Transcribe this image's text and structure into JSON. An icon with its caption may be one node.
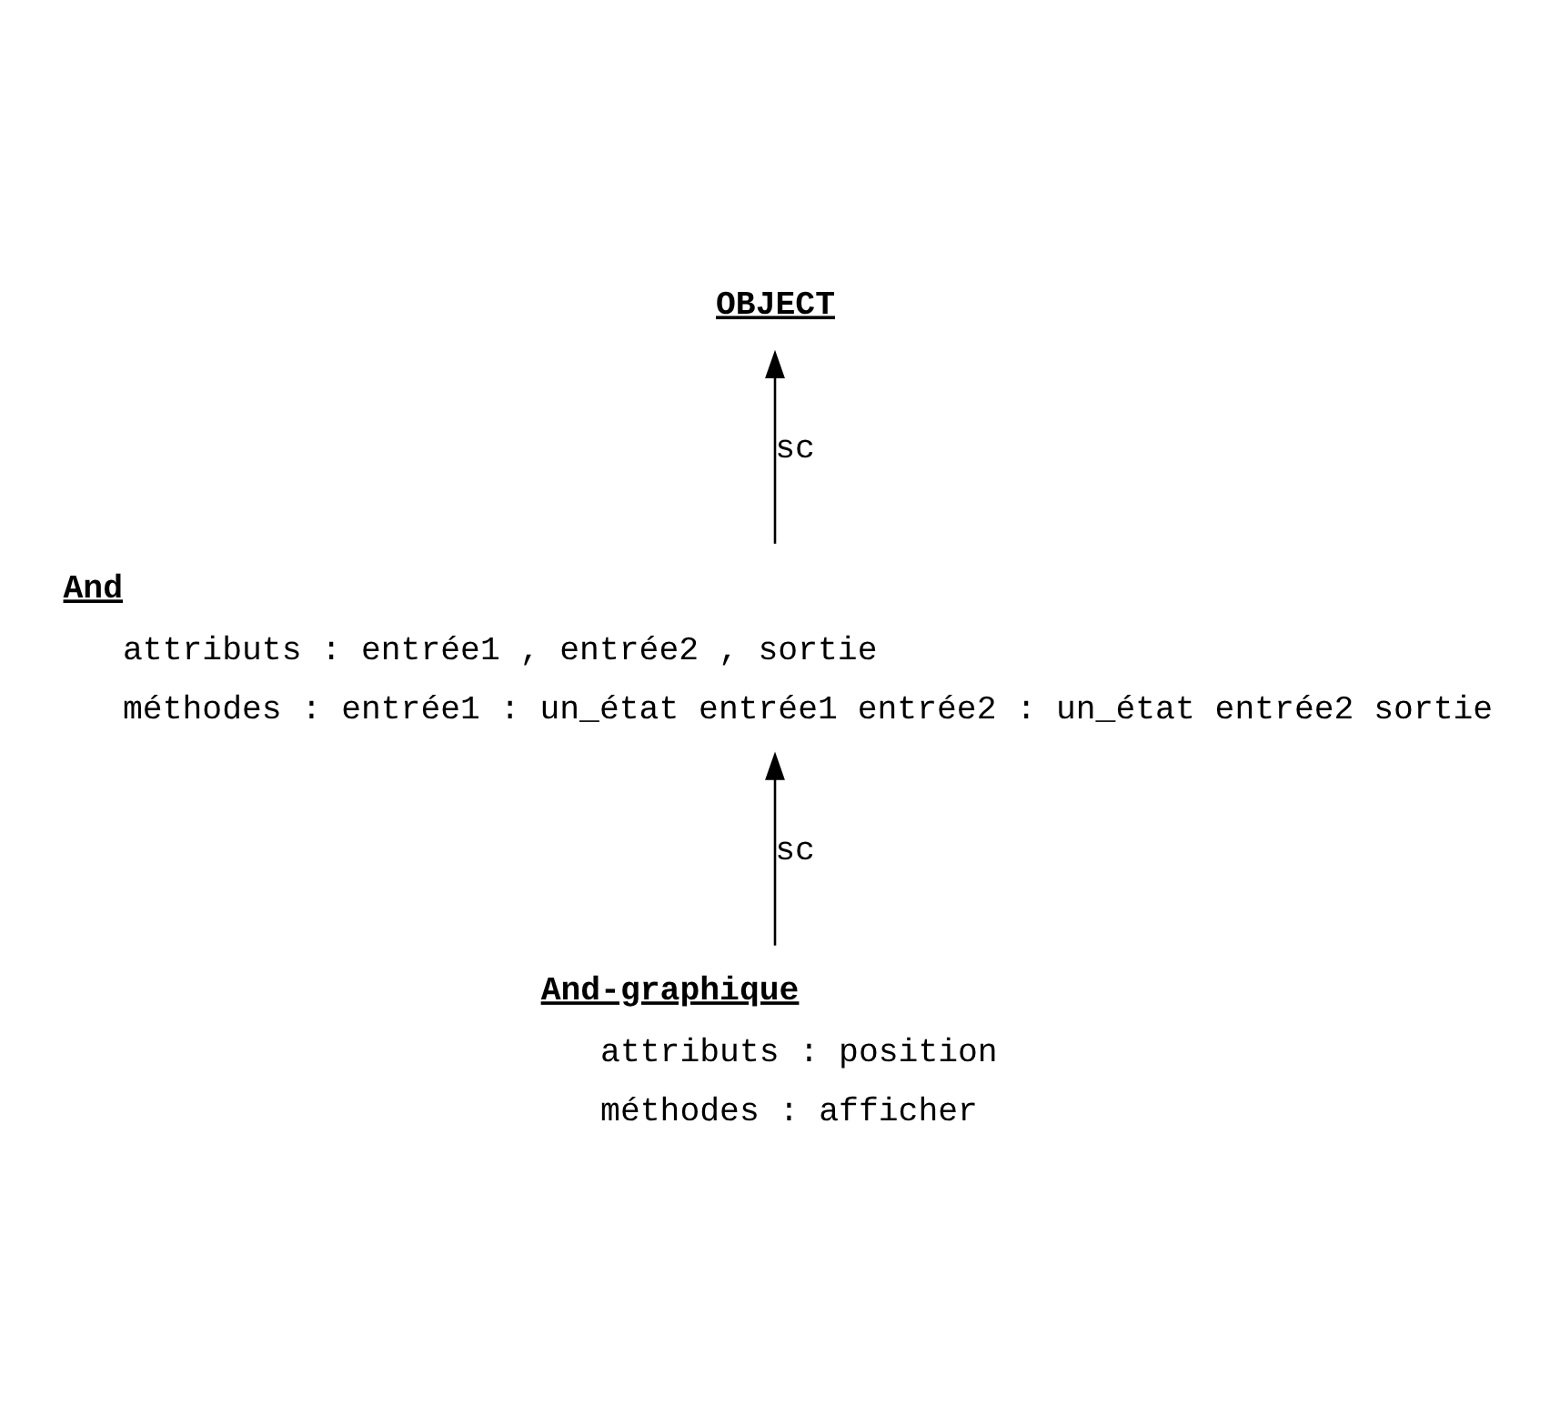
{
  "diagram": {
    "nodes": [
      {
        "text": [
          "OBJECT"
        ]
      },
      {
        "text": [
          "And"
        ],
        "beside": [
          "attributs : entrée1 , entrée2 , sortie",
          "méthodes : entrée1 : un_état entrée1 entrée2 : un_état entrée2 sortie"
        ]
      },
      {
        "text": [
          "And-graphique"
        ],
        "beside": [
          "attributs : position",
          "méthodes : afficher"
        ]
      }
    ],
    "edges": [
      {
        "from": 1,
        "to": 0,
        "arrow": "to",
        "label": "sc"
      },
      {
        "from": 2,
        "to": 1,
        "arrow": "to",
        "label": "sc"
      }
    ]
  }
}
